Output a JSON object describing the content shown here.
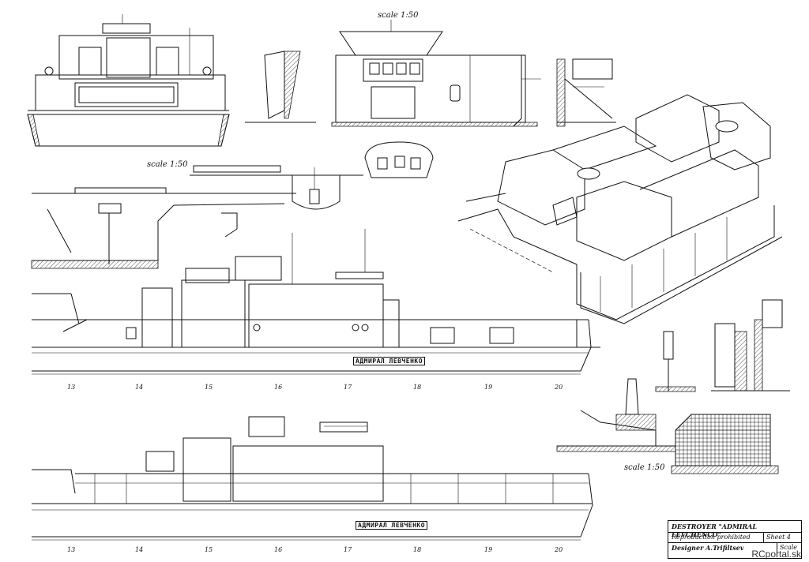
{
  "scale_labels": [
    "scale 1:50",
    "scale 1:50",
    "scale 1:50"
  ],
  "frame_numbers_upper": [
    "13",
    "14",
    "15",
    "16",
    "17",
    "18",
    "19",
    "20"
  ],
  "frame_numbers_lower": [
    "13",
    "14",
    "15",
    "16",
    "17",
    "18",
    "19",
    "20"
  ],
  "ship_name_plate": "АДМИРАЛ ЛЕВЧЕНКО",
  "title_block": {
    "title": "DESTROYER \"ADMIRAL LEVCHENCO\"",
    "reproduction": "Reproduction prohibited",
    "sheet": "Sheet 4",
    "designer": "Designer A.Trifiltsev",
    "scale": "Scale"
  },
  "watermark": "RCportal.sk"
}
